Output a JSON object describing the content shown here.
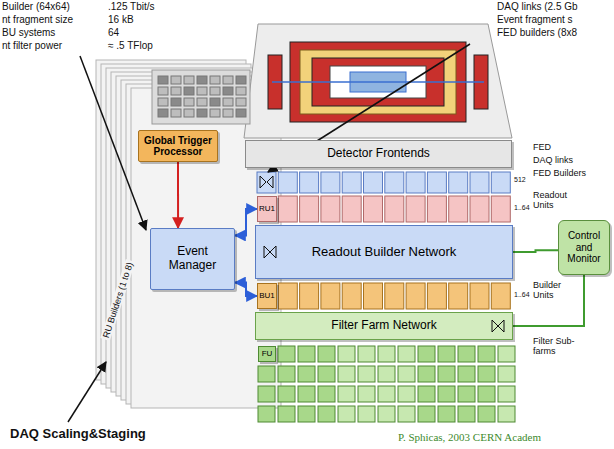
{
  "diagram": {
    "nodes": [
      {
        "text": [
          "Detector Frontends"
        ]
      },
      {
        "text": [
          "Global Trigger Processor"
        ]
      },
      {
        "text": [
          "Event Manager"
        ]
      },
      {
        "text": [
          "RU1"
        ]
      },
      {
        "text": [
          "Readout Builder Network"
        ]
      },
      {
        "text": [
          "BU1"
        ]
      },
      {
        "text": [
          "Filter Farm Network"
        ]
      },
      {
        "text": [
          "FU"
        ]
      },
      {
        "text": [
          "Control and Monitor"
        ]
      }
    ],
    "edges": [
      {
        "from": 1,
        "to": 2,
        "arrow": "to"
      },
      {
        "from": 2,
        "to": 3,
        "arrow": "both"
      },
      {
        "from": 2,
        "to": 5,
        "arrow": "both"
      },
      {
        "from": 8,
        "to": 4,
        "arrow": "none"
      },
      {
        "from": 8,
        "to": 6,
        "arrow": "none"
      }
    ],
    "labels": [
      "Builder (64x64)",
      ".125 Tbit/s",
      "nt fragment size",
      "16 kB",
      "BU systems",
      "64",
      "nt filter power",
      "≈ .5 TFlop",
      "DAQ links (2.5 Gb",
      "Event fragment s",
      "FED builders (8x8",
      "FED",
      "DAQ links",
      "FED Builders",
      "Readout Units",
      "Builder Units",
      "Filter Sub-farms",
      "512",
      "1..64",
      "1..64",
      "RU Builders (1 to 8)",
      "DAQ Scaling&Staging",
      "P. Sphicas, 2003 CERN Academ"
    ]
  }
}
